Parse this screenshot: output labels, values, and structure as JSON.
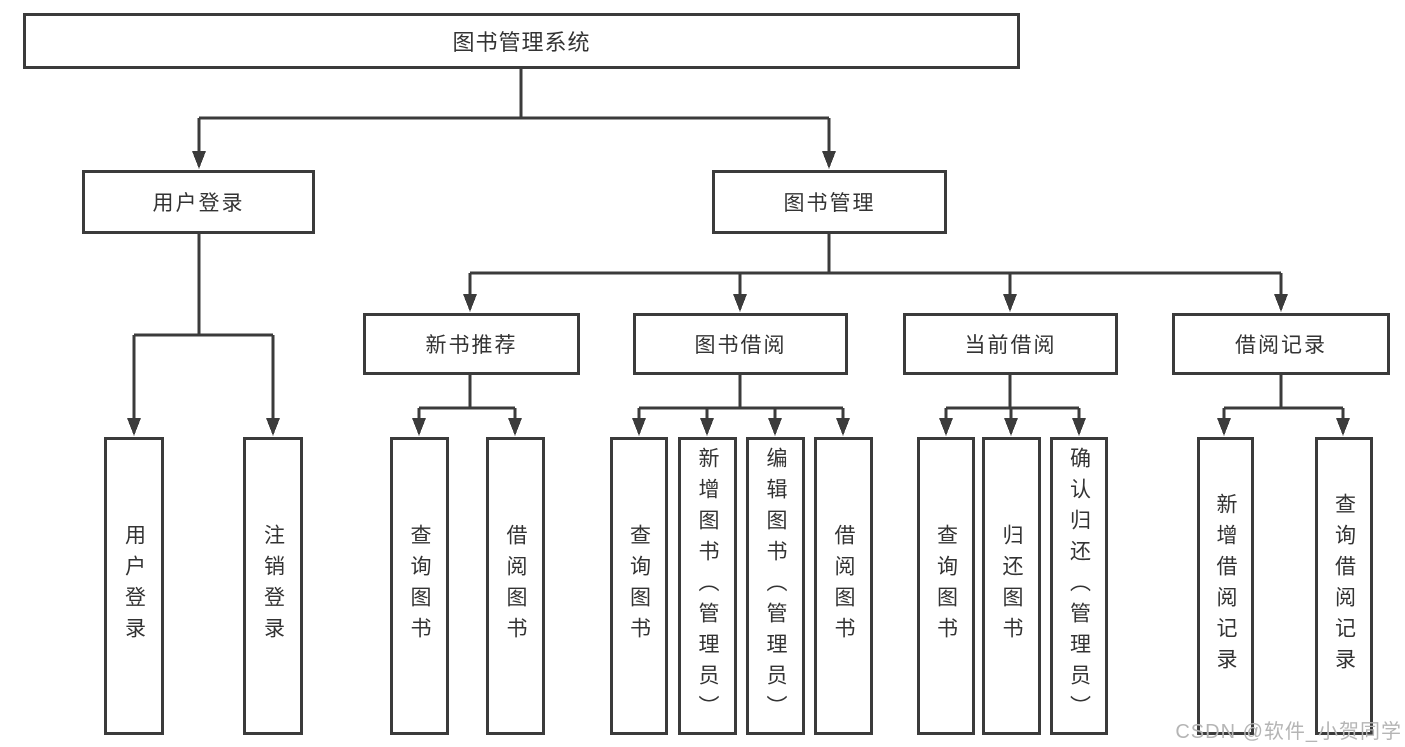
{
  "tree": {
    "label": "图书管理系统",
    "children": [
      {
        "label": "用户登录",
        "children": [
          {
            "label": "用户登录"
          },
          {
            "label": "注销登录"
          }
        ]
      },
      {
        "label": "图书管理",
        "children": [
          {
            "label": "新书推荐",
            "children": [
              {
                "label": "查询图书"
              },
              {
                "label": "借阅图书"
              }
            ]
          },
          {
            "label": "图书借阅",
            "children": [
              {
                "label": "查询图书"
              },
              {
                "label": "新增图书（管理员）"
              },
              {
                "label": "编辑图书（管理员）"
              },
              {
                "label": "借阅图书"
              }
            ]
          },
          {
            "label": "当前借阅",
            "children": [
              {
                "label": "查询图书"
              },
              {
                "label": "归还图书"
              },
              {
                "label": "确认归还（管理员）"
              }
            ]
          },
          {
            "label": "借阅记录",
            "children": [
              {
                "label": "新增借阅记录"
              },
              {
                "label": "查询借阅记录"
              }
            ]
          }
        ]
      }
    ]
  },
  "watermark": {
    "text": "CSDN @软件_小贺同学"
  },
  "colors": {
    "line": "#3b3b3b",
    "border": "#3b3b3b",
    "text": "#333333",
    "background": "#ffffff",
    "watermark": "#b5b5b5"
  }
}
